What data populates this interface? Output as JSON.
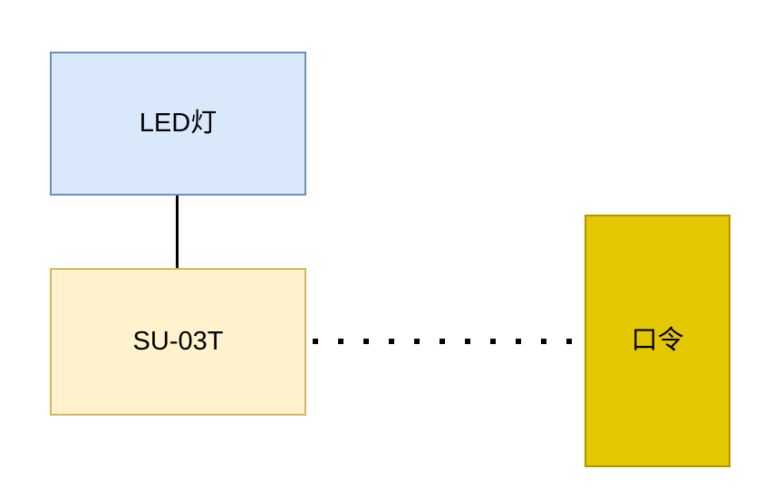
{
  "diagram": {
    "background": "#ffffff",
    "text_color": "#000000",
    "nodes": [
      {
        "id": "led-light",
        "label": "LED灯",
        "fill": "#dae8fc",
        "border": "#6c8ebf"
      },
      {
        "id": "su-03t",
        "label": "SU-03T",
        "fill": "#fff2cc",
        "border": "#d6b656"
      },
      {
        "id": "command",
        "label": "口令",
        "fill": "#e3c800",
        "border": "#b09500"
      }
    ],
    "edges": [
      {
        "from": "LED灯",
        "to": "SU-03T",
        "style": "solid",
        "color": "#000000"
      },
      {
        "from": "SU-03T",
        "to": "口令",
        "style": "dotted",
        "color": "#000000"
      }
    ]
  }
}
